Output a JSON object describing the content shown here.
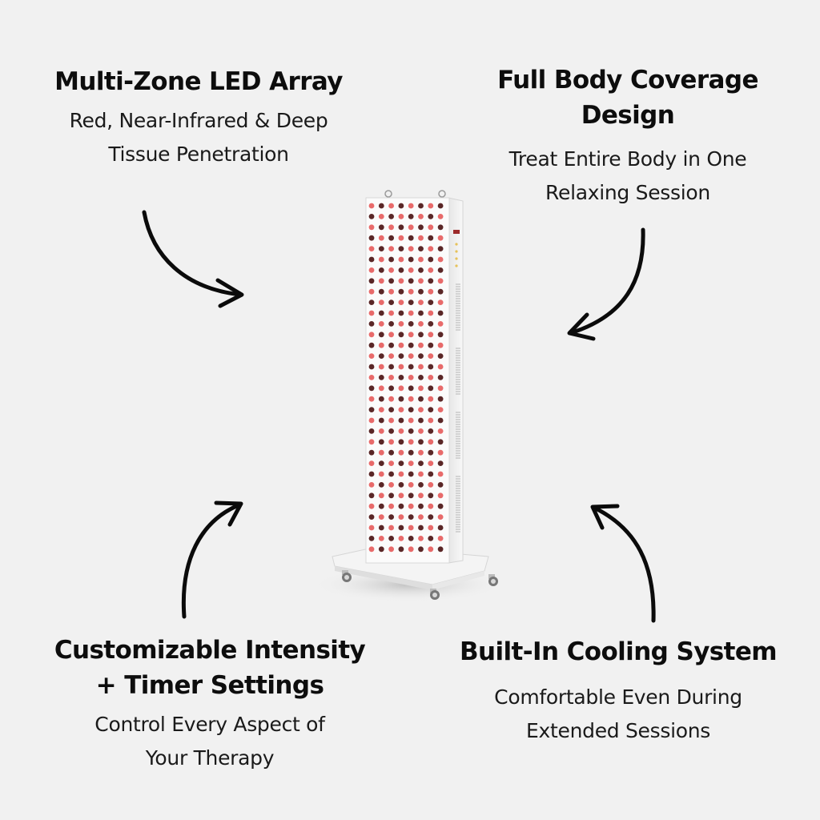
{
  "features": {
    "top_left": {
      "title": "Multi-Zone LED Array",
      "line1": "Red, Near-Infrared & Deep",
      "line2": "Tissue Penetration"
    },
    "top_right": {
      "title_line1": "Full Body Coverage",
      "title_line2": "Design",
      "line1": "Treat Entire Body in One",
      "line2": "Relaxing Session"
    },
    "bottom_left": {
      "title_line1": "Customizable Intensity",
      "title_line2": "+ Timer Settings",
      "line1": "Control Every Aspect of",
      "line2": "Your Therapy"
    },
    "bottom_right": {
      "title": "Built-In Cooling System",
      "line1": "Comfortable Even During",
      "line2": "Extended Sessions"
    }
  },
  "colors": {
    "background": "#f1f1f1",
    "text": "#111111",
    "led_red": "#e86a6a",
    "led_dark": "#5a2626",
    "panel": "#ffffff"
  },
  "icons": [
    "curved-arrow-icon"
  ]
}
